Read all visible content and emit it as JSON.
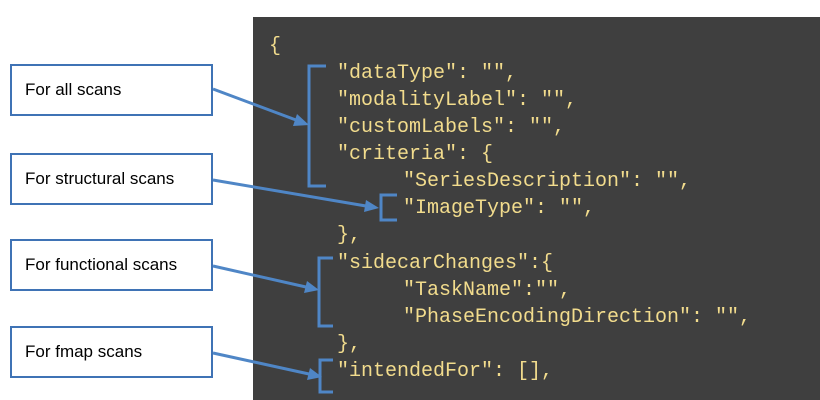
{
  "code_lines": [
    "{",
    "\"dataType\": \"\",",
    "\"modalityLabel\": \"\",",
    "\"customLabels\": \"\",",
    "\"criteria\": {",
    "\"SeriesDescription\": \"\",",
    "\"ImageType\": \"\",",
    "},",
    "\"sidecarChanges\":{",
    "\"TaskName\":\"\",",
    "\"PhaseEncodingDirection\": \"\",",
    "},",
    "\"intendedFor\": [],"
  ],
  "labels": {
    "all_scans": "For all scans",
    "structural_scans": "For structural scans",
    "functional_scans": "For functional scans",
    "fmap_scans": "For fmap scans"
  },
  "colors": {
    "code_background": "#3f3f3f",
    "code_text": "#f2dc8d",
    "box_border": "#3f73b5",
    "connector": "#4f86c6"
  }
}
